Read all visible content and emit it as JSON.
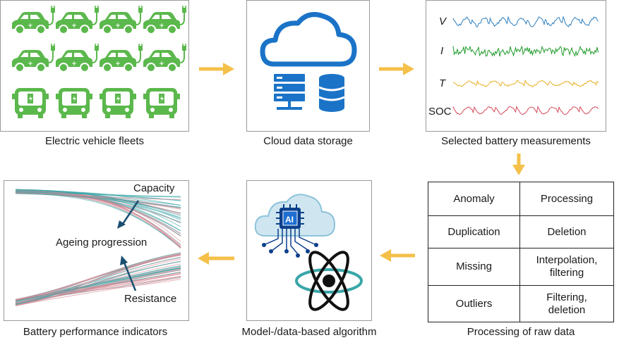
{
  "captions": {
    "fleets": "Electric vehicle fleets",
    "cloud": "Cloud data storage",
    "measurements": "Selected battery measurements",
    "indicators": "Battery performance indicators",
    "algorithm": "Model-/data-based algorithm",
    "processing": "Processing of raw data"
  },
  "signals": {
    "v": "V",
    "i": "I",
    "t": "T",
    "soc": "SOC"
  },
  "signal_colors": {
    "v": "#2f7fbf",
    "i": "#1f9a2a",
    "t": "#e8b025",
    "soc": "#d64a5a"
  },
  "processing_table": [
    {
      "issue": "Anomaly",
      "action": "Processing"
    },
    {
      "issue": "Duplication",
      "action": "Deletion"
    },
    {
      "issue": "Missing",
      "action": "Interpolation,\nfiltering"
    },
    {
      "issue": "Outliers",
      "action": "Filtering,\ndeletion"
    }
  ],
  "indicators": {
    "capacity": "Capacity",
    "ageing": "Ageing progression",
    "resistance": "Resistance"
  },
  "ai_chip_label": "AI",
  "colors": {
    "vehicle_green": "#5bb84c",
    "arrow_orange": "#f5c04a",
    "cloud_blue": "#1a73c7",
    "teal": "#3aa6a8",
    "pink": "#d98a96"
  },
  "icons": {
    "fleet_grid": [
      "car-icon",
      "car-icon",
      "car-icon",
      "car-icon",
      "car-icon",
      "car-icon",
      "car-icon",
      "car-icon",
      "bus-icon",
      "bus-icon",
      "bus-icon",
      "bus-icon"
    ]
  }
}
